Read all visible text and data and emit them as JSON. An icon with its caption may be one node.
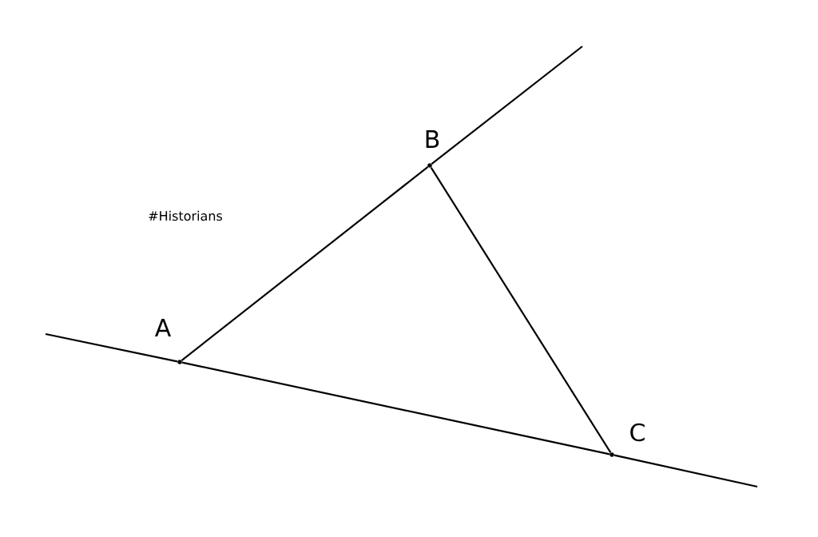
{
  "diagram": {
    "nodes": [
      {
        "text": [
          "A"
        ]
      },
      {
        "text": [
          "B"
        ]
      },
      {
        "text": [
          "C"
        ]
      }
    ],
    "edges": [
      {
        "from": 0,
        "to": 1,
        "arrow": "none"
      },
      {
        "from": 1,
        "to": 2,
        "arrow": "none"
      },
      {
        "from": 0,
        "to": 2,
        "arrow": "none"
      },
      {
        "from": 1,
        "to": null,
        "arrow": "none"
      },
      {
        "from": 0,
        "to": null,
        "arrow": "none"
      },
      {
        "from": 2,
        "to": null,
        "arrow": "none"
      }
    ],
    "labels": [
      "#Historians"
    ]
  }
}
